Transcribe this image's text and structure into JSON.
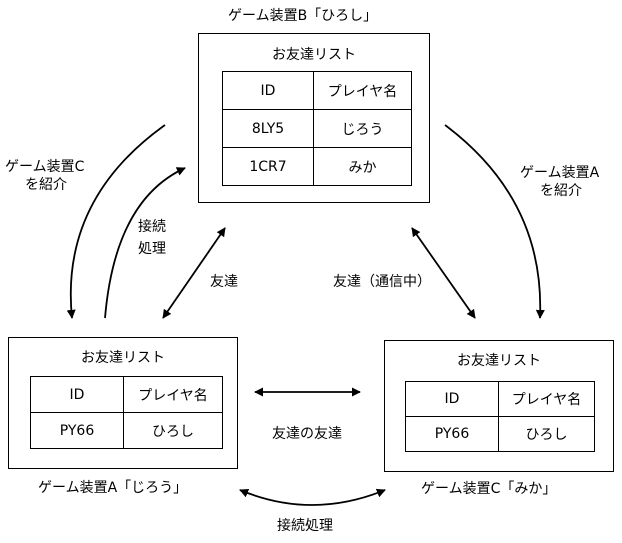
{
  "device_b": {
    "caption": "ゲーム装置B「ひろし」",
    "list_title": "お友達リスト",
    "headers": [
      "ID",
      "プレイヤ名"
    ],
    "rows": [
      [
        "8LY5",
        "じろう"
      ],
      [
        "1CR7",
        "みか"
      ]
    ]
  },
  "device_a": {
    "caption": "ゲーム装置A「じろう」",
    "list_title": "お友達リスト",
    "headers": [
      "ID",
      "プレイヤ名"
    ],
    "rows": [
      [
        "PY66",
        "ひろし"
      ]
    ]
  },
  "device_c": {
    "caption": "ゲーム装置C「みか」",
    "list_title": "お友達リスト",
    "headers": [
      "ID",
      "プレイヤ名"
    ],
    "rows": [
      [
        "PY66",
        "ひろし"
      ]
    ]
  },
  "labels": {
    "intro_c_line1": "ゲーム装置C",
    "intro_c_line2": "を紹介",
    "intro_a_line1": "ゲーム装置A",
    "intro_a_line2": "を紹介",
    "connect_line1": "接続",
    "connect_line2": "処理",
    "friend_ab": "友達",
    "friend_bc": "友達（通信中）",
    "friend_of_friend": "友達の友達",
    "connect_bottom": "接続処理"
  }
}
